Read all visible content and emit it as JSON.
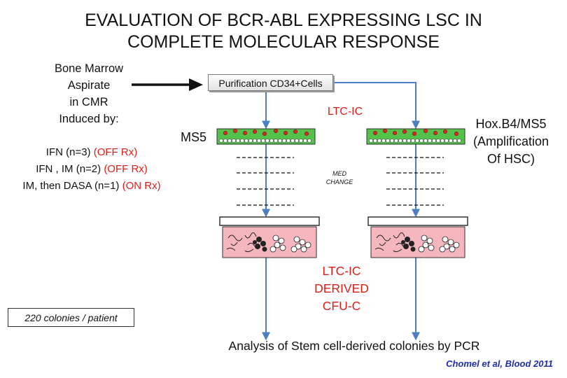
{
  "title": {
    "line1": "EVALUATION OF BCR-ABL EXPRESSING LSC IN",
    "line2": "COMPLETE MOLECULAR RESPONSE"
  },
  "source": {
    "line1": "Bone Marrow",
    "line2": "Aspirate",
    "line3": "in CMR",
    "line4": "Induced by:"
  },
  "patients": [
    {
      "text": "IFN (n=3) ",
      "status": "(OFF Rx)"
    },
    {
      "text": "IFN , IM (n=2) ",
      "status": "(OFF Rx)"
    },
    {
      "text": "IM, then DASA (n=1) ",
      "status": "(ON Rx)"
    }
  ],
  "purification_label": "Purification CD34+Cells",
  "ltcic_label": "LTC-IC",
  "ms5_label": "MS5",
  "hox": {
    "line1": "Hox.B4/MS5",
    "line2": "(Amplification",
    "line3": "Of HSC)"
  },
  "med_change": {
    "line1": "MED",
    "line2": "CHANGE"
  },
  "derived": {
    "line1": "LTC-IC",
    "line2": "DERIVED",
    "line3": "CFU-C"
  },
  "colonies_label": "220 colonies / patient",
  "analysis_label": "Analysis of Stem cell-derived colonies by PCR",
  "citation": {
    "authors": "Chomel et al, ",
    "journal": "Blood 2011"
  },
  "colors": {
    "arrow_blue": "#4a7fc4",
    "culture_green": "#52c24a",
    "cell_red": "#d02a2a",
    "dish_pink": "#f6b6bd",
    "label_red": "#dc1e18",
    "citation_blue": "#1f2fa8"
  }
}
